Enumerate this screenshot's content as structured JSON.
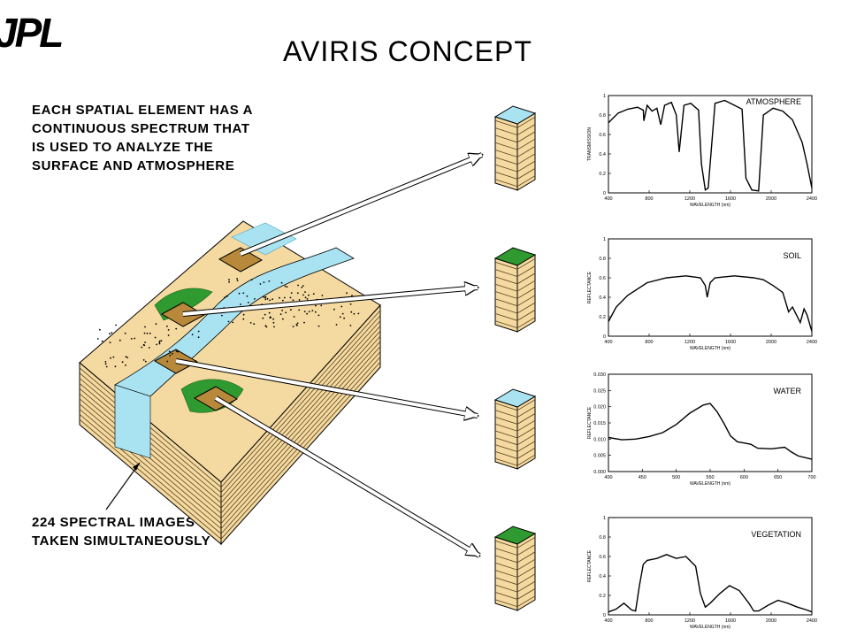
{
  "logo": "JPL",
  "title": "AVIRIS  CONCEPT",
  "captions": {
    "top": [
      "EACH SPATIAL ELEMENT HAS A",
      "CONTINUOUS SPECTRUM THAT",
      "IS USED TO ANALYZE THE",
      "SURFACE AND ATMOSPHERE"
    ],
    "bottom": [
      "224 SPECTRAL IMAGES",
      "TAKEN SIMULTANEOUSLY"
    ]
  },
  "colors": {
    "sand": "#f4d9a0",
    "water": "#a9e3f2",
    "vegetation": "#2f9a2f",
    "layer_line": "#5a4320"
  },
  "chart_data": [
    {
      "type": "line",
      "label": "ATMOSPHERE",
      "xlabel": "WAVELENGTH (nm)",
      "ylabel": "TRANSMISSION",
      "xlim": [
        400,
        2500
      ],
      "ylim": [
        0,
        1
      ],
      "xticks": [
        "400",
        "800",
        "1200",
        "1600",
        "2000",
        "2400"
      ],
      "yticks": [
        "0",
        "0.2",
        "0.4",
        "0.6",
        "0.8",
        "1"
      ],
      "x": [
        400,
        500,
        600,
        700,
        760,
        765,
        800,
        850,
        900,
        940,
        980,
        1050,
        1100,
        1130,
        1180,
        1250,
        1330,
        1360,
        1400,
        1430,
        1500,
        1600,
        1700,
        1780,
        1820,
        1880,
        1950,
        2000,
        2100,
        2200,
        2300,
        2400,
        2450,
        2500
      ],
      "y": [
        0.72,
        0.82,
        0.86,
        0.88,
        0.85,
        0.74,
        0.9,
        0.84,
        0.87,
        0.7,
        0.9,
        0.93,
        0.8,
        0.42,
        0.9,
        0.92,
        0.85,
        0.3,
        0.03,
        0.05,
        0.92,
        0.95,
        0.9,
        0.86,
        0.15,
        0.03,
        0.02,
        0.8,
        0.87,
        0.84,
        0.75,
        0.52,
        0.3,
        0.05
      ]
    },
    {
      "type": "line",
      "label": "SOIL",
      "xlabel": "WAVELENGTH (nm)",
      "ylabel": "REFLECTANCE",
      "xlim": [
        400,
        2500
      ],
      "ylim": [
        0,
        1
      ],
      "xticks": [
        "400",
        "800",
        "1200",
        "1600",
        "2000",
        "2400"
      ],
      "yticks": [
        "0",
        "0.2",
        "0.4",
        "0.6",
        "0.8",
        "1"
      ],
      "x": [
        400,
        480,
        600,
        800,
        1000,
        1200,
        1350,
        1400,
        1420,
        1450,
        1500,
        1700,
        1900,
        2000,
        2100,
        2200,
        2260,
        2300,
        2380,
        2420,
        2450,
        2500
      ],
      "y": [
        0.15,
        0.3,
        0.42,
        0.55,
        0.6,
        0.62,
        0.6,
        0.52,
        0.4,
        0.55,
        0.6,
        0.62,
        0.6,
        0.58,
        0.52,
        0.45,
        0.25,
        0.3,
        0.14,
        0.28,
        0.22,
        0.05
      ]
    },
    {
      "type": "line",
      "label": "WATER",
      "xlabel": "WAVELENGTH (nm)",
      "ylabel": "REFLECTANCE",
      "xlim": [
        400,
        700
      ],
      "ylim": [
        0,
        0.03
      ],
      "xticks": [
        "400",
        "450",
        "500",
        "550",
        "600",
        "650",
        "700"
      ],
      "yticks": [
        "0.000",
        "0.005",
        "0.010",
        "0.015",
        "0.020",
        "0.025",
        "0.030"
      ],
      "x": [
        400,
        420,
        440,
        460,
        480,
        500,
        520,
        540,
        550,
        560,
        570,
        580,
        590,
        600,
        610,
        620,
        640,
        660,
        670,
        680,
        700
      ],
      "y": [
        0.0105,
        0.0098,
        0.01,
        0.0108,
        0.012,
        0.0145,
        0.018,
        0.0205,
        0.021,
        0.0185,
        0.015,
        0.011,
        0.0092,
        0.0088,
        0.0084,
        0.0072,
        0.007,
        0.0075,
        0.006,
        0.0048,
        0.0038
      ]
    },
    {
      "type": "line",
      "label": "VEGETATION",
      "xlabel": "WAVELENGTH (nm)",
      "ylabel": "REFLECTANCE",
      "xlim": [
        400,
        2500
      ],
      "ylim": [
        0,
        1
      ],
      "xticks": [
        "400",
        "800",
        "1200",
        "1600",
        "2000",
        "2400"
      ],
      "yticks": [
        "0",
        "0.2",
        "0.4",
        "0.6",
        "0.8",
        "1"
      ],
      "x": [
        400,
        480,
        560,
        640,
        680,
        720,
        760,
        800,
        900,
        1000,
        1100,
        1200,
        1300,
        1350,
        1400,
        1450,
        1550,
        1650,
        1750,
        1850,
        1900,
        1950,
        2050,
        2150,
        2250,
        2350,
        2450,
        2500
      ],
      "y": [
        0.03,
        0.06,
        0.12,
        0.05,
        0.04,
        0.3,
        0.52,
        0.56,
        0.58,
        0.62,
        0.58,
        0.6,
        0.5,
        0.22,
        0.08,
        0.12,
        0.22,
        0.3,
        0.25,
        0.12,
        0.04,
        0.04,
        0.1,
        0.15,
        0.12,
        0.08,
        0.05,
        0.03
      ]
    }
  ]
}
